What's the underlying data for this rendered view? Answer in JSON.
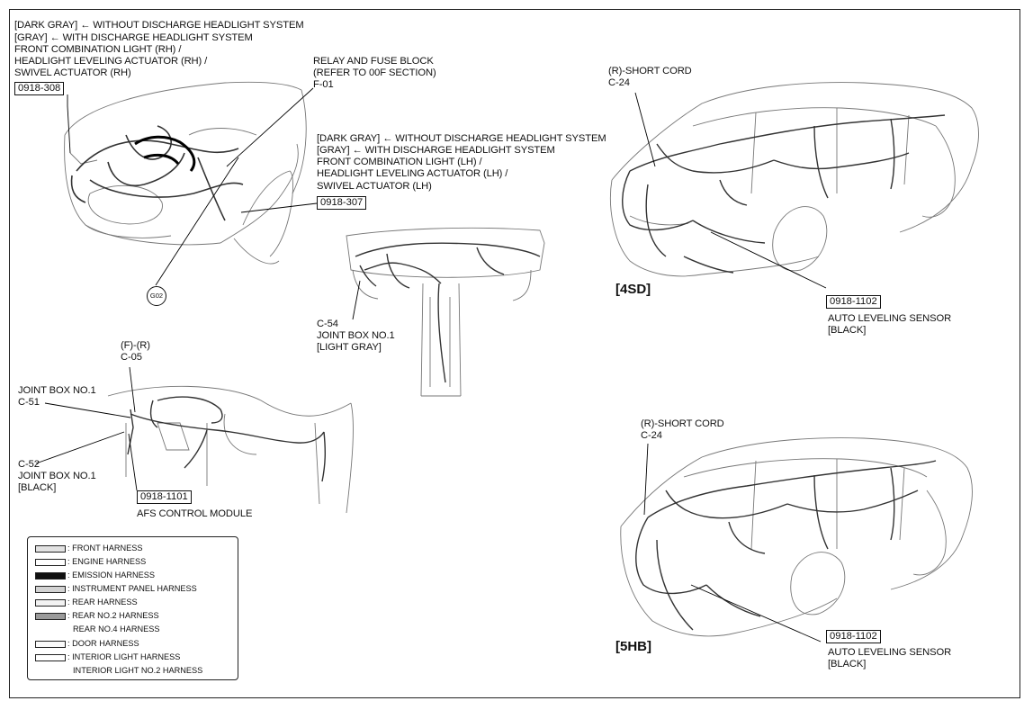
{
  "engine_room": {
    "rh_note_1": "[DARK GRAY] ← WITHOUT DISCHARGE HEADLIGHT SYSTEM",
    "rh_note_2": "[GRAY] ← WITH DISCHARGE HEADLIGHT SYSTEM",
    "rh_note_3": "FRONT COMBINATION LIGHT (RH) /",
    "rh_note_4": "HEADLIGHT LEVELING ACTUATOR (RH) /",
    "rh_note_5": "SWIVEL ACTUATOR (RH)",
    "rh_ref": "0918-308",
    "relay_1": "RELAY AND FUSE BLOCK",
    "relay_2": "(REFER TO 00F SECTION)",
    "relay_3": "F-01",
    "lh_note_1": "[DARK GRAY] ← WITHOUT DISCHARGE HEADLIGHT SYSTEM",
    "lh_note_2": "[GRAY] ← WITH DISCHARGE HEADLIGHT SYSTEM",
    "lh_note_3": "FRONT COMBINATION LIGHT (LH) /",
    "lh_note_4": "HEADLIGHT LEVELING ACTUATOR (LH) /",
    "lh_note_5": "SWIVEL ACTUATOR (LH)",
    "lh_ref": "0918-307",
    "ground": "G02"
  },
  "instrument_panel": {
    "c54_1": "C-54",
    "c54_2": "JOINT BOX NO.1",
    "c54_3": "[LIGHT GRAY]"
  },
  "floor": {
    "fr_1": "(F)-(R)",
    "fr_2": "C-05",
    "jb_1": "JOINT BOX NO.1",
    "jb_2": "C-51",
    "c52_1": "C-52",
    "c52_2": "JOINT BOX NO.1",
    "c52_3": "[BLACK]",
    "afs_ref": "0918-1101",
    "afs_label": "AFS CONTROL MODULE"
  },
  "sedan": {
    "cord_1": "(R)-SHORT CORD",
    "cord_2": "C-24",
    "variant": "[4SD]",
    "ref": "0918-1102",
    "sensor_1": "AUTO LEVELING SENSOR",
    "sensor_2": "[BLACK]"
  },
  "hatchback": {
    "cord_1": "(R)-SHORT CORD",
    "cord_2": "C-24",
    "variant": "[5HB]",
    "ref": "0918-1102",
    "sensor_1": "AUTO LEVELING SENSOR",
    "sensor_2": "[BLACK]"
  },
  "legend": {
    "front": ": FRONT HARNESS",
    "engine": ": ENGINE HARNESS",
    "emission": ": EMISSION HARNESS",
    "instrument": ": INSTRUMENT PANEL HARNESS",
    "rear": ": REAR HARNESS",
    "rear2": ": REAR NO.2 HARNESS",
    "rear4": "REAR NO.4 HARNESS",
    "door": ": DOOR HARNESS",
    "interior": ": INTERIOR LIGHT HARNESS",
    "interior2": "INTERIOR LIGHT NO.2 HARNESS"
  },
  "colors": {
    "front": "#e2e2e2",
    "engine": "#ffffff",
    "emission": "#111111",
    "instrument": "#d2d2d2",
    "rear": "#f2f2f2",
    "rear2": "#9a9a9a",
    "door": "#fafafa",
    "interior": "#ffffff"
  }
}
